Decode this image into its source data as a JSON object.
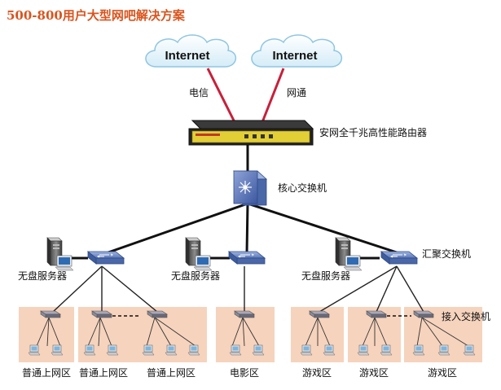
{
  "title": "500-800用户大型网吧解决方案",
  "internet_label": "Internet",
  "isp": [
    "电信",
    "网通"
  ],
  "router_label": "安网全千兆高性能路由器",
  "core_switch_label": "核心交换机",
  "agg_switch_label": "汇聚交换机",
  "access_switch_label": "接入交换机",
  "server_label": "无盘服务器",
  "zones": [
    "普通上网区",
    "普通上网区",
    "普通上网区",
    "电影区",
    "游戏区",
    "游戏区",
    "游戏区"
  ],
  "colors": {
    "title": "#d9541e",
    "isp_line": "#c8203a",
    "zone_bg": "#f6d3bd",
    "switch": "#5a78b8",
    "router_body": "#222222",
    "router_face": "#e2cf36"
  }
}
